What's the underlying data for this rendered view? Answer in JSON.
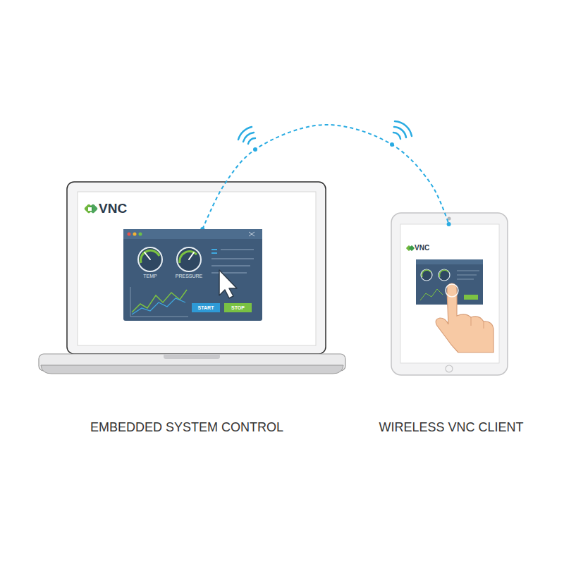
{
  "diagram": {
    "nodes": [
      {
        "text": [
          "VNC"
        ]
      },
      {
        "text": [
          "TEMP",
          "PRESSURE"
        ],
        "in": 0
      },
      {
        "text": [
          "START"
        ],
        "in": 1
      },
      {
        "text": [
          "STOP"
        ],
        "in": 1
      },
      {
        "text": [
          "VNC"
        ]
      }
    ],
    "edges": [
      {
        "from": 1,
        "to": 4,
        "arrow": "none"
      }
    ],
    "labels": [
      "EMBEDDED SYSTEM CONTROL",
      "WIRELESS VNC CLIENT"
    ]
  }
}
